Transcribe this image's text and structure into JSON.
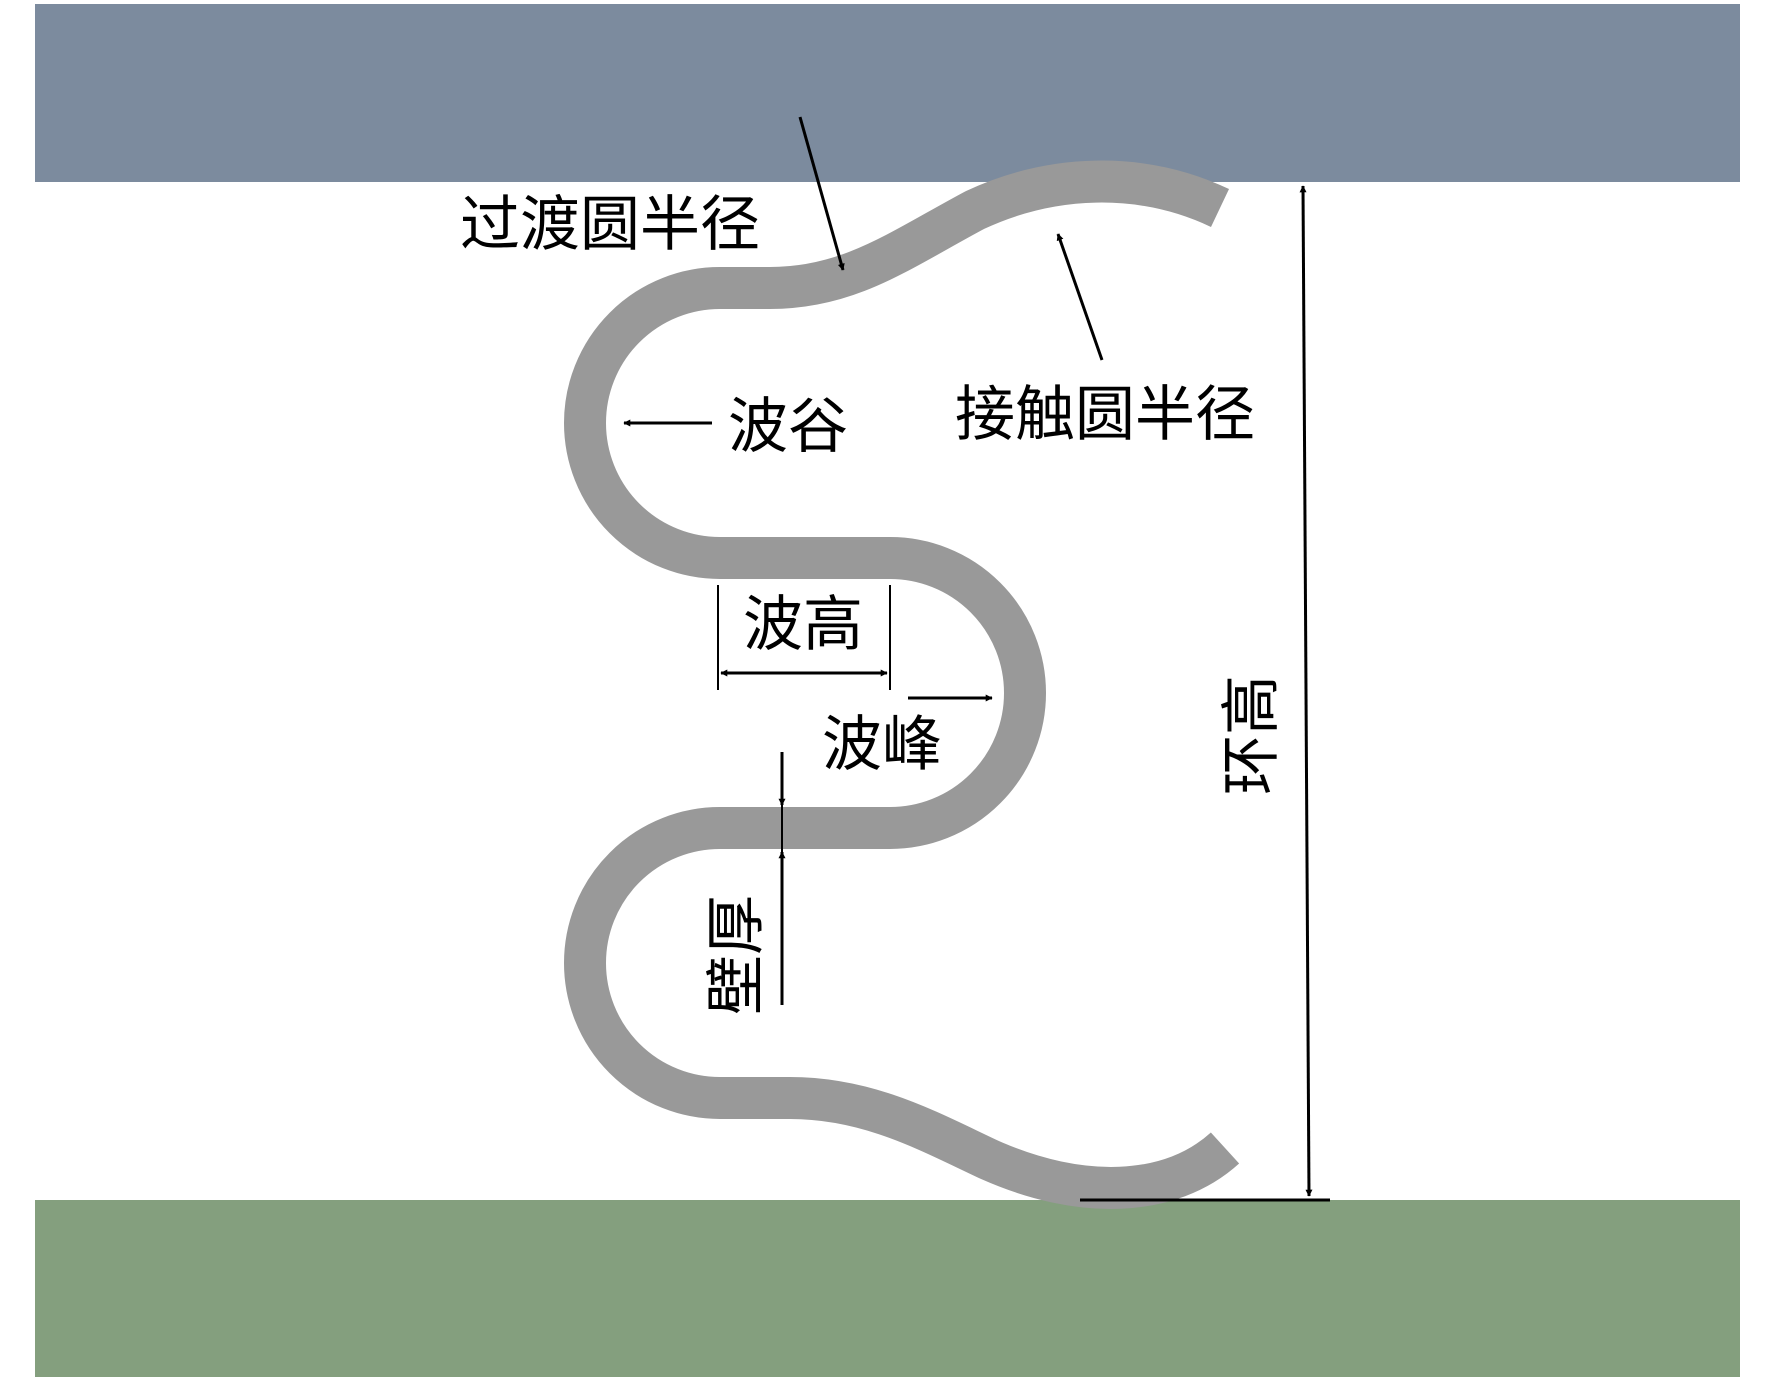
{
  "colors": {
    "top_plate": "#7C8B9E",
    "bottom_plate": "#849F7E",
    "seal_profile": "#999999",
    "annotation": "#000000",
    "background": "#FFFFFF"
  },
  "labels": {
    "transition_radius": "过渡圆半径",
    "contact_radius": "接触圆半径",
    "trough": "波谷",
    "wave_height": "波高",
    "crest": "波峰",
    "wall_thickness": "壁厚",
    "ring_height": "环高"
  }
}
